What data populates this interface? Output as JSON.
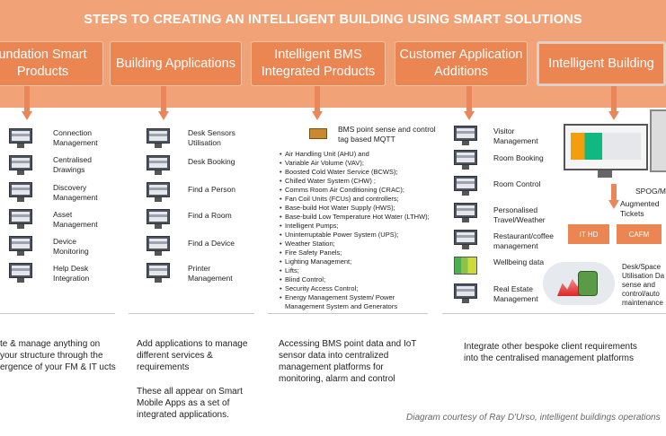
{
  "banner": {
    "title": "STEPS TO CREATING AN INTELLIGENT BUILDING USING SMART SOLUTIONS"
  },
  "steps": [
    {
      "label": "undation Smart Products"
    },
    {
      "label": "Building Applications"
    },
    {
      "label": "Intelligent BMS Integrated Products"
    },
    {
      "label": "Customer Application Additions"
    },
    {
      "label": "Intelligent Building"
    }
  ],
  "col1": {
    "items": [
      "Connection Management",
      "Centralised Drawings",
      "Discovery Management",
      "Asset Management",
      "Device Monitoring",
      "Help Desk Integration"
    ]
  },
  "col2": {
    "items": [
      "Desk Sensors Utilisation",
      "Desk Booking",
      "Find a Person",
      "Find a Room",
      "Find a Device",
      "Printer Management"
    ]
  },
  "col3": {
    "header": "BMS point sense and control tag based MQTT",
    "items": [
      "Air Handling Unit (AHU) and",
      "Variable Air Volume (VAV);",
      "Boosted Cold Water Service (BCWS);",
      "Chilled Water System (CHW) ;",
      "Comms Room Air Conditioning (CRAC);",
      "Fan Coil Units (FCUs) and controllers;",
      "Base-build Hot Water Supply (HWS);",
      "Base-build Low Temperature Hot Water (LTHW);",
      "Intelligent Pumps;",
      "Uninterruptable Power System (UPS);",
      "Weather Station;",
      "Fire Safety Panels;",
      "Lighting Management;",
      "Lifts;",
      "Blind Control;",
      "Security Access Control;",
      "Energy Management System/ Power Management System and Generators"
    ]
  },
  "col4": {
    "items": [
      "Visitor Management",
      "Room Booking",
      "Room Control",
      "Personalised Travel/Weather",
      "Restaurant/coffee management",
      "Wellbeing data",
      "Real Estate Management"
    ]
  },
  "col5": {
    "spog": "SPOG/M",
    "augmented": "Augmented Tickets",
    "badge1": "IT HD",
    "badge2": "CAFM",
    "desk": "Desk/Space Utilisation Da sense and control/auto maintenance"
  },
  "bottom": {
    "text1": "te & manage anything on your structure through the ergence of your FM & IT ucts",
    "text2a": "Add applications to manage different services & requirements",
    "text2b": "These all appear on Smart Mobile Apps as a set of integrated applications.",
    "text3": "Accessing BMS point data and IoT sensor data into centralized management platforms for monitoring, alarm and control",
    "text4": "Integrate other bespoke client requirements into the centralised management platforms"
  },
  "courtesy": "Diagram courtesy of Ray D'Urso, intelligent buildings operations"
}
